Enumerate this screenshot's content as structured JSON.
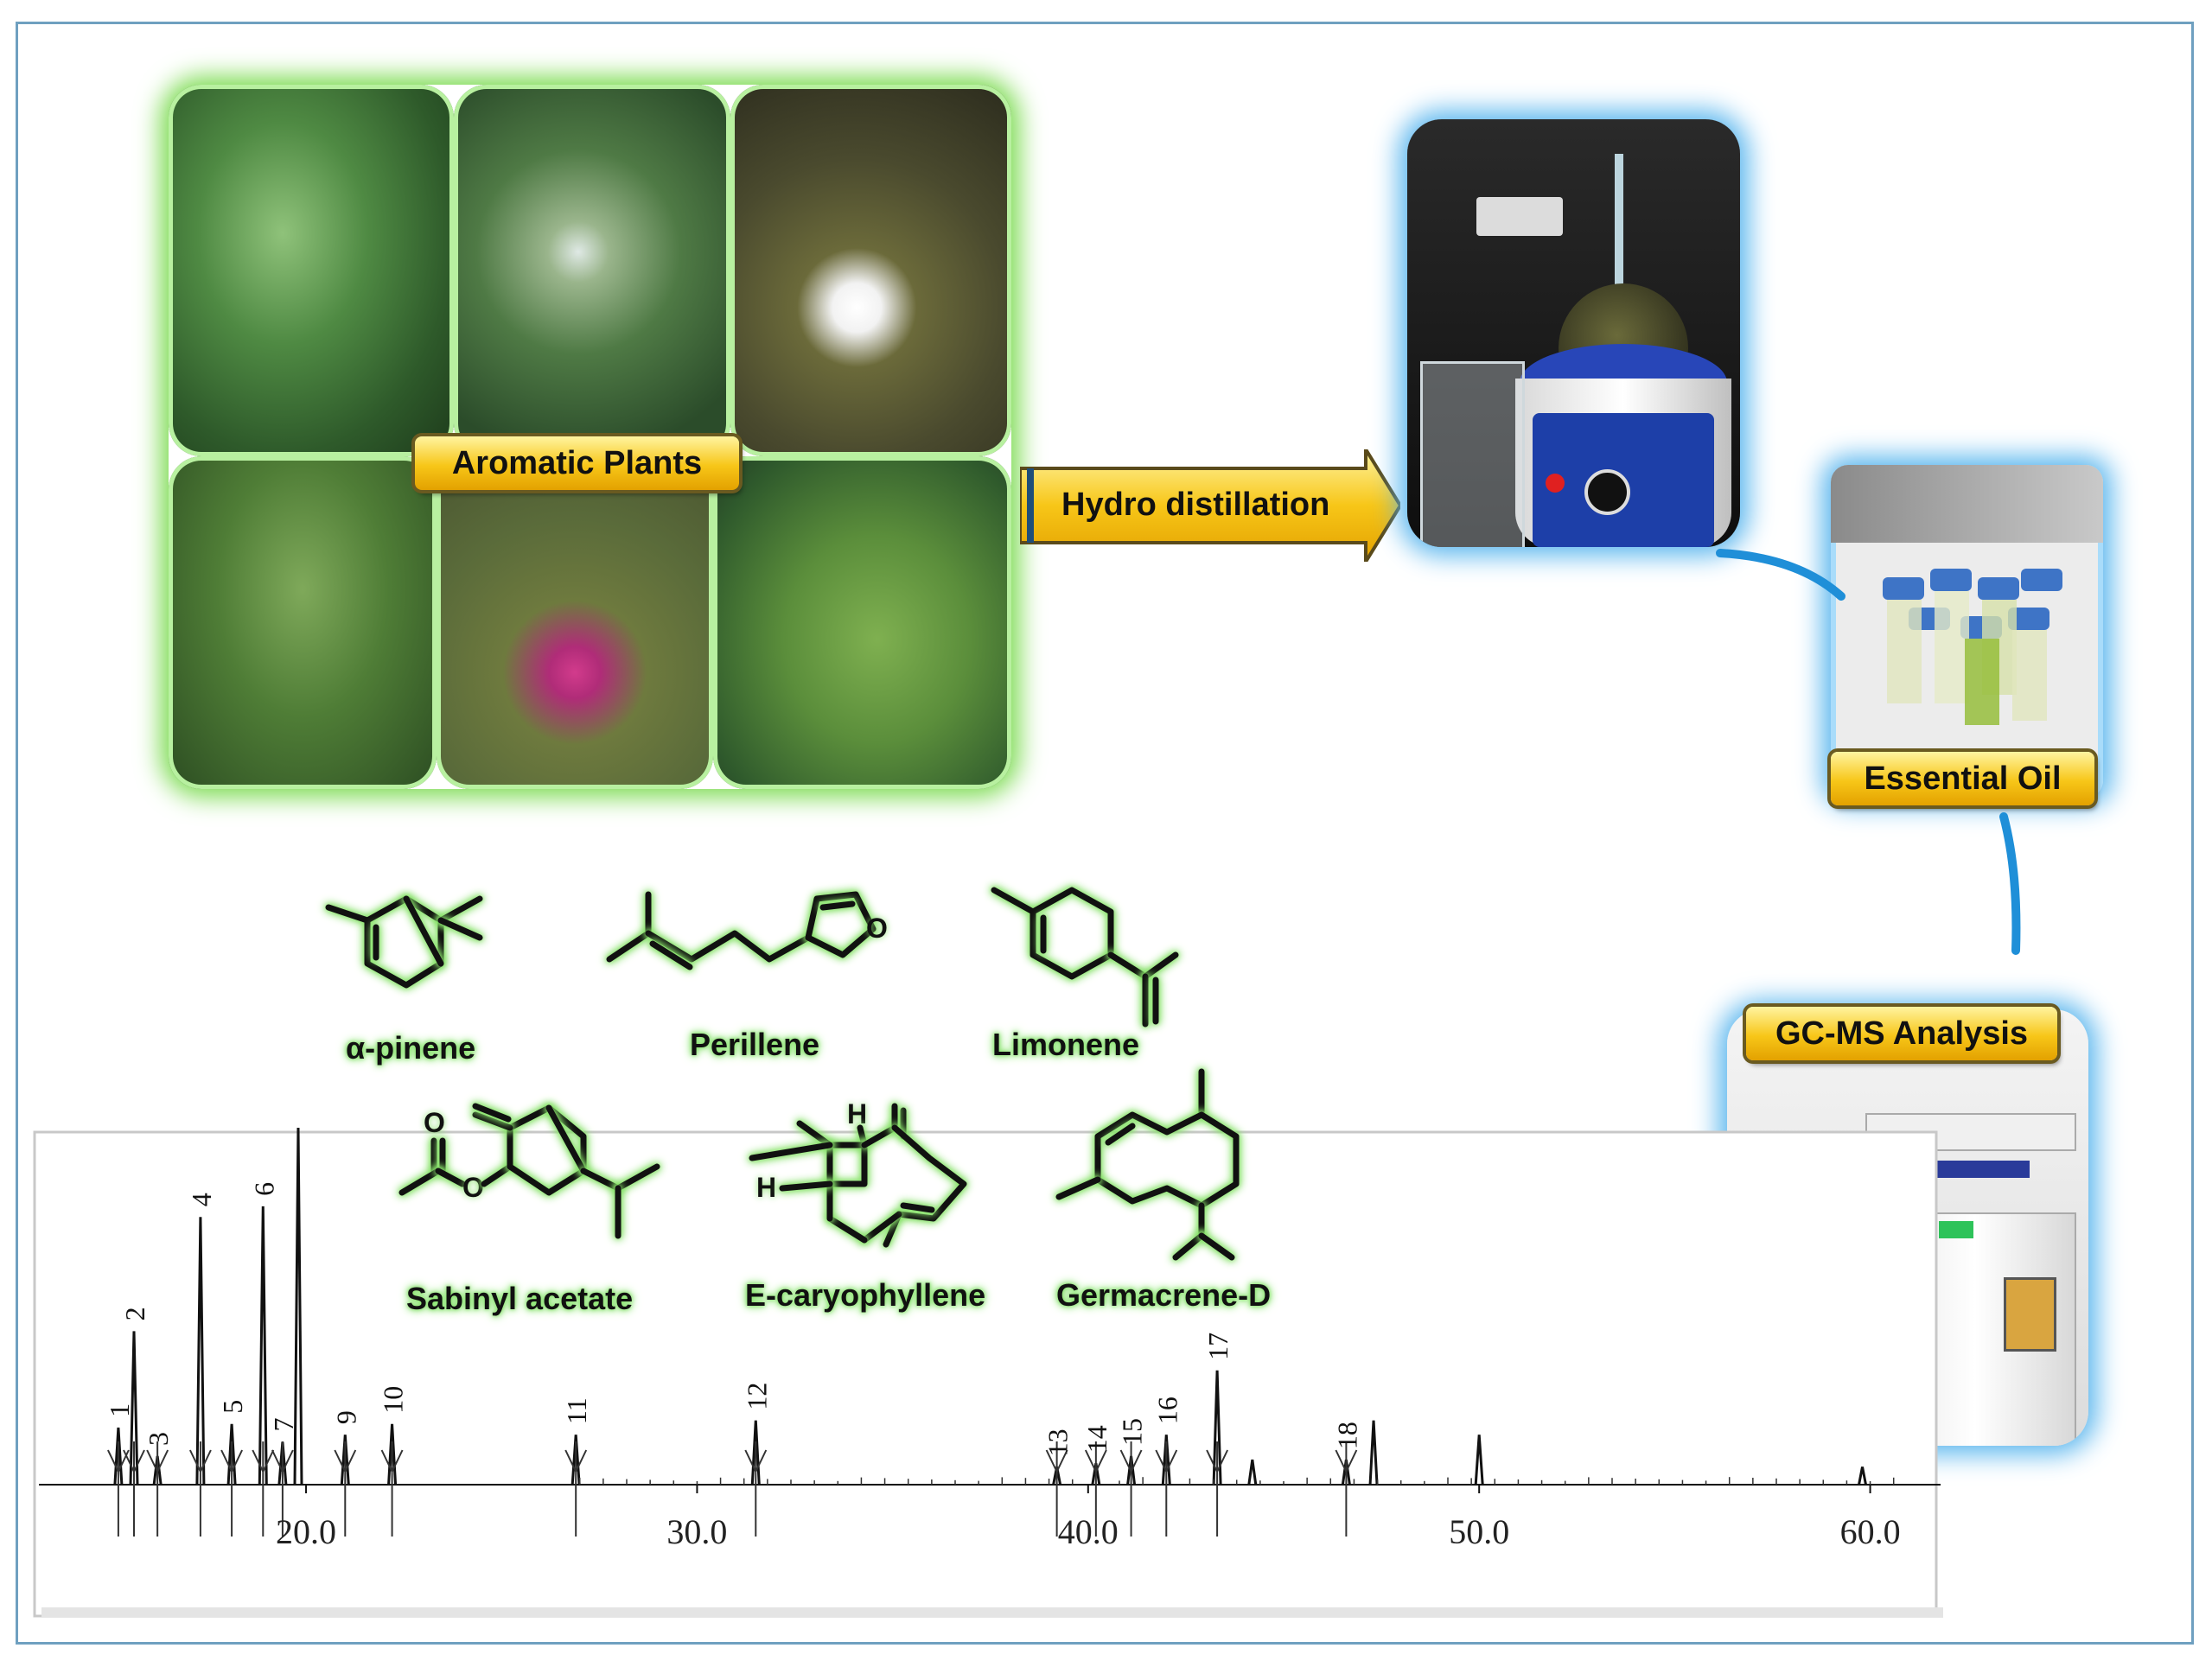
{
  "labels": {
    "aromatic_plants": "Aromatic Plants",
    "hydro_distillation": "Hydro distillation",
    "essential_oil": "Essential Oil",
    "gcms_analysis": "GC-MS Analysis"
  },
  "compounds": [
    {
      "name": "α-pinene"
    },
    {
      "name": "Perillene"
    },
    {
      "name": "Limonene"
    },
    {
      "name": "Sabinyl acetate"
    },
    {
      "name": "E-caryophyllene"
    },
    {
      "name": "Germacrene-D"
    }
  ],
  "chromatogram": {
    "x_ticks": [
      "20.0",
      "30.0",
      "40.0",
      "50.0",
      "60.0"
    ],
    "tick_values": [
      20,
      30,
      40,
      50,
      60
    ],
    "xlim": [
      13.5,
      61.8
    ],
    "peaks": [
      {
        "label": "1",
        "rt": 15.2,
        "h": 0.16
      },
      {
        "label": "2",
        "rt": 15.6,
        "h": 0.43
      },
      {
        "label": "3",
        "rt": 16.2,
        "h": 0.08
      },
      {
        "label": "4",
        "rt": 17.3,
        "h": 0.75
      },
      {
        "label": "5",
        "rt": 18.1,
        "h": 0.17
      },
      {
        "label": "6",
        "rt": 18.9,
        "h": 0.78
      },
      {
        "label": "7",
        "rt": 19.4,
        "h": 0.12
      },
      {
        "label": "",
        "rt": 19.8,
        "h": 1.0
      },
      {
        "label": "9",
        "rt": 21.0,
        "h": 0.14
      },
      {
        "label": "10",
        "rt": 22.2,
        "h": 0.17
      },
      {
        "label": "11",
        "rt": 26.9,
        "h": 0.14
      },
      {
        "label": "12",
        "rt": 31.5,
        "h": 0.18
      },
      {
        "label": "13",
        "rt": 39.2,
        "h": 0.05
      },
      {
        "label": "14",
        "rt": 40.2,
        "h": 0.06
      },
      {
        "label": "15",
        "rt": 41.1,
        "h": 0.08
      },
      {
        "label": "16",
        "rt": 42.0,
        "h": 0.14
      },
      {
        "label": "17",
        "rt": 43.3,
        "h": 0.32
      },
      {
        "label": "",
        "rt": 44.2,
        "h": 0.07
      },
      {
        "label": "18",
        "rt": 46.6,
        "h": 0.07
      },
      {
        "label": "",
        "rt": 47.3,
        "h": 0.18
      },
      {
        "label": "",
        "rt": 50.0,
        "h": 0.14
      },
      {
        "label": "",
        "rt": 59.8,
        "h": 0.05
      }
    ]
  }
}
